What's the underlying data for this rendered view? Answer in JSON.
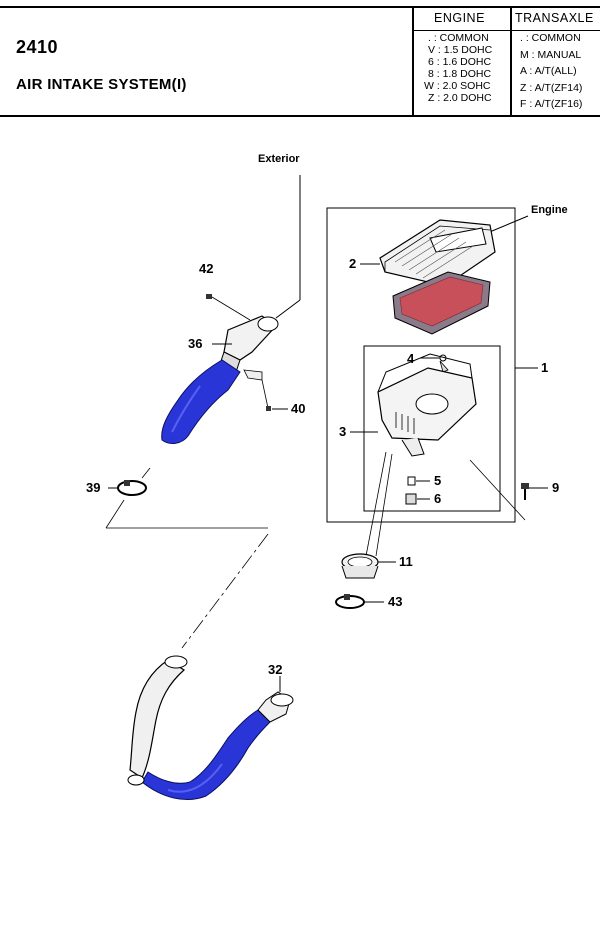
{
  "header": {
    "code": "2410",
    "title": "AIR INTAKE SYSTEM(I)",
    "engine_header": "ENGINE",
    "transaxle_header": "TRANSAXLE",
    "engine_rows": [
      ". : COMMON",
      "V : 1.5 DOHC",
      "6 : 1.6 DOHC",
      "8 : 1.8 DOHC",
      "W : 2.0 SOHC",
      "Z : 2.0 DOHC"
    ],
    "transaxle_rows": [
      ". : COMMON",
      "M : MANUAL",
      "A : A/T(ALL)",
      "Z : A/T(ZF14)",
      "F : A/T(ZF16)"
    ]
  },
  "diagram": {
    "labels": {
      "exterior": "Exterior",
      "engine": "Engine",
      "p1": "1",
      "p2": "2",
      "p3": "3",
      "p4": "4",
      "p5": "5",
      "p6": "6",
      "p9": "9",
      "p11": "11",
      "p32": "32",
      "p36": "36",
      "p39": "39",
      "p40": "40",
      "p42": "42",
      "p43": "43"
    },
    "colors": {
      "hose": "#2a35d8",
      "filter": "#c8505a",
      "filter_frame": "#8a7a8a"
    }
  }
}
